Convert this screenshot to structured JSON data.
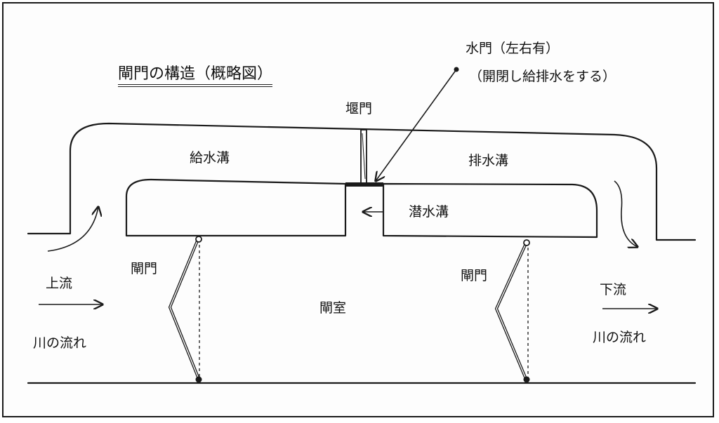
{
  "title": "閘門の構造（概略図）",
  "labels": {
    "watergate_title": "水門（左右有）",
    "watergate_desc": "（開閉し給排水をする）",
    "weir_gate": "堰門",
    "supply_channel": "給水溝",
    "drain_channel": "排水溝",
    "submerged_channel": "潜水溝",
    "upstream": "上流",
    "downstream": "下流",
    "river_flow_left": "川の流れ",
    "river_flow_right": "川の流れ",
    "lock_gate_left": "閘門",
    "lock_gate_right": "閘門",
    "lock_chamber": "閘室"
  },
  "colors": {
    "ink": "#1a1a1a",
    "paper": "#fdfdfd"
  }
}
